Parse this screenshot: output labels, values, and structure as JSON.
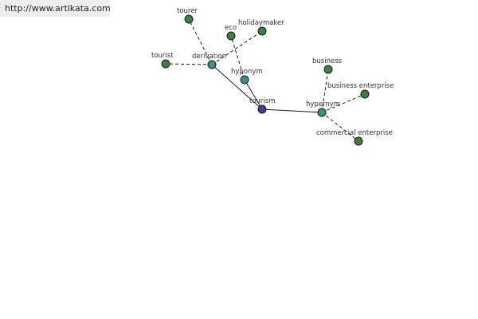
{
  "source_link": "http://www.artikata.com",
  "colors": {
    "root": "#3f3f8f",
    "relation": "#3f8a8a",
    "leaf": "#3f7f3f",
    "stroke": "#1a1a1a"
  },
  "graph": {
    "nodes": [
      {
        "id": "tourism",
        "label": "tourism",
        "kind": "root"
      },
      {
        "id": "derivation",
        "label": "derivation",
        "kind": "relation"
      },
      {
        "id": "hyponym",
        "label": "hyponym",
        "kind": "relation"
      },
      {
        "id": "hypernym",
        "label": "hypernym",
        "kind": "relation"
      },
      {
        "id": "tourer",
        "label": "tourer",
        "kind": "leaf"
      },
      {
        "id": "tourist",
        "label": "tourist",
        "kind": "leaf"
      },
      {
        "id": "eco",
        "label": "eco",
        "kind": "leaf"
      },
      {
        "id": "holidaymaker",
        "label": "holidaymaker",
        "kind": "leaf"
      },
      {
        "id": "business",
        "label": "business",
        "kind": "leaf"
      },
      {
        "id": "business-enterprise",
        "label": "business enterprise",
        "kind": "leaf"
      },
      {
        "id": "commercial-enterprise",
        "label": "commercial enterprise",
        "kind": "leaf"
      }
    ],
    "edges": [
      {
        "from": "tourism",
        "to": "derivation",
        "style": "solid"
      },
      {
        "from": "tourism",
        "to": "hypernym",
        "style": "solid"
      },
      {
        "from": "tourism",
        "to": "hyponym",
        "style": "solid"
      },
      {
        "from": "derivation",
        "to": "tourer",
        "style": "dashed"
      },
      {
        "from": "derivation",
        "to": "tourist",
        "style": "dashed"
      },
      {
        "from": "derivation",
        "to": "holidaymaker",
        "style": "dashed"
      },
      {
        "from": "hyponym",
        "to": "eco",
        "style": "dashed"
      },
      {
        "from": "hypernym",
        "to": "business",
        "style": "dashed"
      },
      {
        "from": "hypernym",
        "to": "business-enterprise",
        "style": "dashed"
      },
      {
        "from": "hypernym",
        "to": "commercial-enterprise",
        "style": "dashed"
      }
    ]
  }
}
